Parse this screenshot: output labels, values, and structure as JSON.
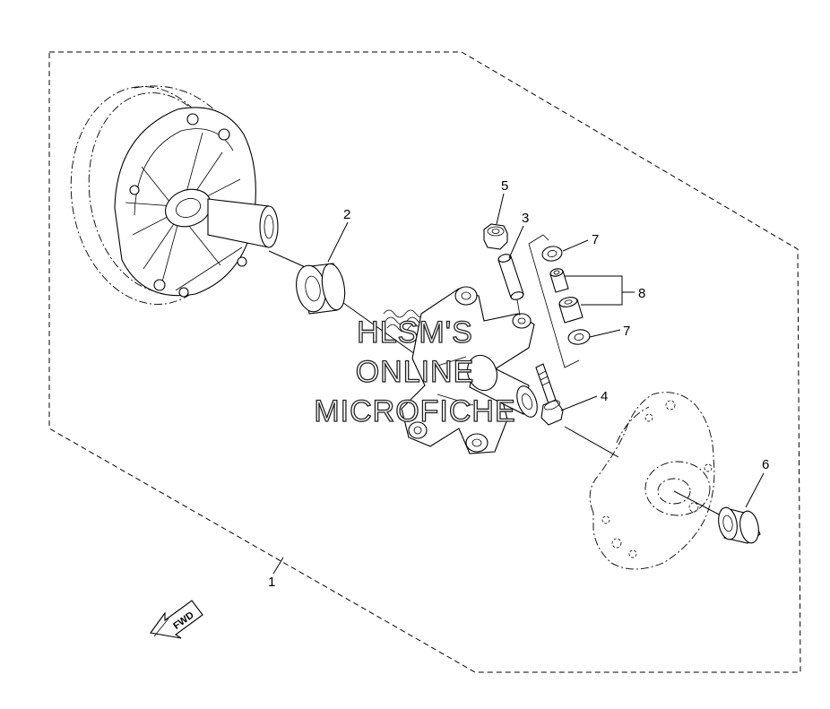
{
  "callouts": {
    "c1": "1",
    "c2": "2",
    "c3": "3",
    "c4": "4",
    "c5": "5",
    "c6": "6",
    "c7a": "7",
    "c7b": "7",
    "c8": "8"
  },
  "watermark": {
    "line1": "HLSM'S",
    "line2": "ONLINE",
    "line3": "MICROFICHE"
  },
  "fwd_label": "FWD"
}
